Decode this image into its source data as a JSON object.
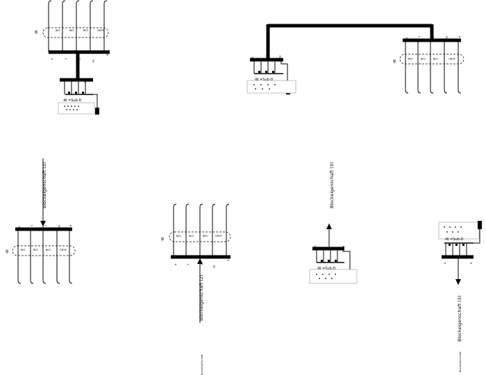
{
  "diagram": {
    "cable_tag": "-W",
    "terminal_tags": [
      "BK1",
      "BK2",
      "BK3",
      "GNYE"
    ],
    "port_labels": [
      "A",
      "1",
      "2",
      "3",
      "PE",
      "B"
    ],
    "connector_label": "-W =Sub-D",
    "block_property_label": "Blockeigenschaft (2)",
    "block_property_label_alt": "Blockeigenschaft (3)",
    "block_property_label_small": "Blockeigenschaft"
  }
}
